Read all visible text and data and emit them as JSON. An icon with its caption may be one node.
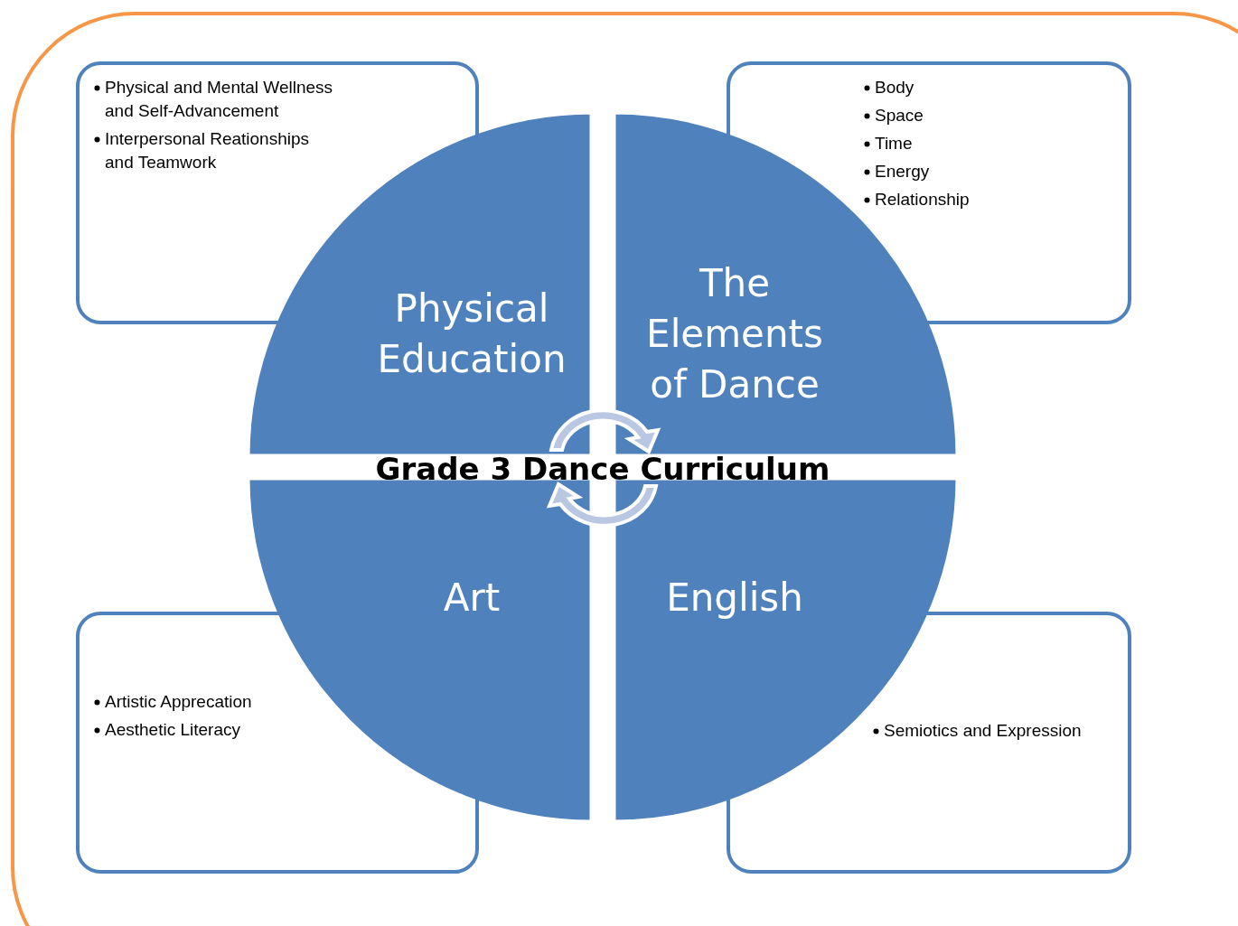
{
  "diagram": {
    "nodes": [
      {
        "text": [
          "Physical and Mental Wellness and Self-Advancement",
          "Interpersonal Reationships and Teamwork"
        ]
      },
      {
        "text": [
          "Physical Education"
        ]
      },
      {
        "text": [
          "Body",
          "Space",
          "Time",
          "Energy",
          "Relationship"
        ]
      },
      {
        "text": [
          "The Elements of Dance"
        ]
      },
      {
        "text": [
          "Art"
        ]
      },
      {
        "text": [
          "English"
        ]
      },
      {
        "text": [
          "Artistic Apprecation",
          "Aesthetic Literacy"
        ]
      },
      {
        "text": [
          "Semiotics and Expression"
        ]
      }
    ],
    "edges": [],
    "labels": [
      "Grade 3 Dance Curriculum"
    ]
  }
}
